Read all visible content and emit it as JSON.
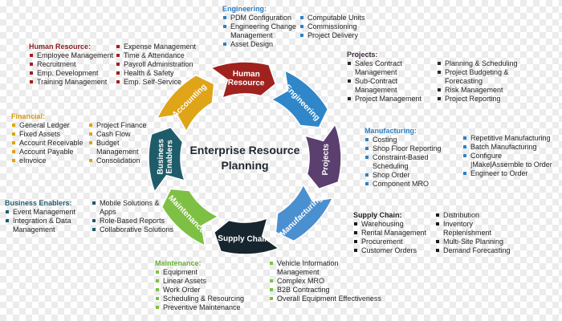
{
  "center_title": [
    "Enterprise Resource",
    "Planning"
  ],
  "segments": [
    {
      "label": [
        "Engineering"
      ],
      "color": "#2f86c9"
    },
    {
      "label": [
        "Projects"
      ],
      "color": "#5b3f6e"
    },
    {
      "label": [
        "Manufacturing"
      ],
      "color": "#4a8fd0"
    },
    {
      "label": [
        "Supply Chain"
      ],
      "color": "#17252e"
    },
    {
      "label": [
        "Maintenance"
      ],
      "color": "#7ec043"
    },
    {
      "label": [
        "Business",
        "Enablers"
      ],
      "color": "#1f5c6a"
    },
    {
      "label": [
        "Accounting"
      ],
      "color": "#e0a418"
    },
    {
      "label": [
        "Human",
        "Resource"
      ],
      "color": "#a0221f"
    }
  ],
  "groups": {
    "engineering": {
      "title": "Engineering:",
      "col1": [
        "PDM Configuration",
        "Engineering Change",
        "Management",
        "Asset Design"
      ],
      "col2": [
        "Computable Units",
        "Commissioning",
        "Project Delivery"
      ]
    },
    "human_resource": {
      "title": "Human Resource:",
      "col1": [
        "Employee Management",
        "Recruitment",
        "Emp. Development",
        "Training Management"
      ],
      "col2": [
        "Expense Management",
        "Time & Attendance",
        "Payroll Administration",
        "Health & Safety",
        "Emp. Self-Service"
      ]
    },
    "projects": {
      "title": "Projects:",
      "col1": [
        "Sales Contract",
        "Management",
        "Sub-Contract",
        "Management",
        "Project Management"
      ],
      "col2": [
        "Planning & Scheduling",
        "Project Budgeting &",
        "Forecasting",
        "Risk Management",
        "Project Reporting"
      ]
    },
    "manufacturing": {
      "title": "Manufacturing:",
      "col1": [
        "Costing",
        "Shop Floor Reporting",
        "Constraint-Based",
        "Scheduling",
        "Shop Order",
        "Component MRO"
      ],
      "col2": [
        "Repetitive Manufacturing",
        "Batch Manufacturing",
        "Configure",
        "|Make|Assemble to Order",
        "Engineer to Order"
      ]
    },
    "financial": {
      "title": "Financial:",
      "col1": [
        "General Ledger",
        "Fixed Assets",
        "Account Receivable",
        "Account Payable",
        "eInvoice"
      ],
      "col2": [
        "Project Finance",
        "Cash Flow",
        "Budget",
        "Management",
        "Consolidation"
      ]
    },
    "business_enablers": {
      "title": "Business Enablers:",
      "col1": [
        "Event Management",
        "Integration & Data",
        "Management"
      ],
      "col2": [
        "Mobile Solutions &",
        "Apps",
        "Role-Based Reports",
        "Collaborative Solutions"
      ]
    },
    "supply_chain": {
      "title": "Supply Chain:",
      "col1": [
        "Warehousing",
        "Rental Management",
        "Procurement",
        "Customer Orders"
      ],
      "col2": [
        "Distribution",
        "Inventory",
        "Replenishment",
        "Multi-Site Planning",
        "Demand Forecasting"
      ]
    },
    "maintenance": {
      "title": "Maintenance:",
      "col1": [
        "Equipment",
        "Linear Assets",
        "Work Order",
        "Scheduling & Resourcing",
        "Preventive Maintenance"
      ],
      "col2": [
        "Vehicle Information",
        "Management",
        "Complex MRO",
        "B2B Contracting",
        "Overall Equipment Effectiveness"
      ]
    }
  }
}
